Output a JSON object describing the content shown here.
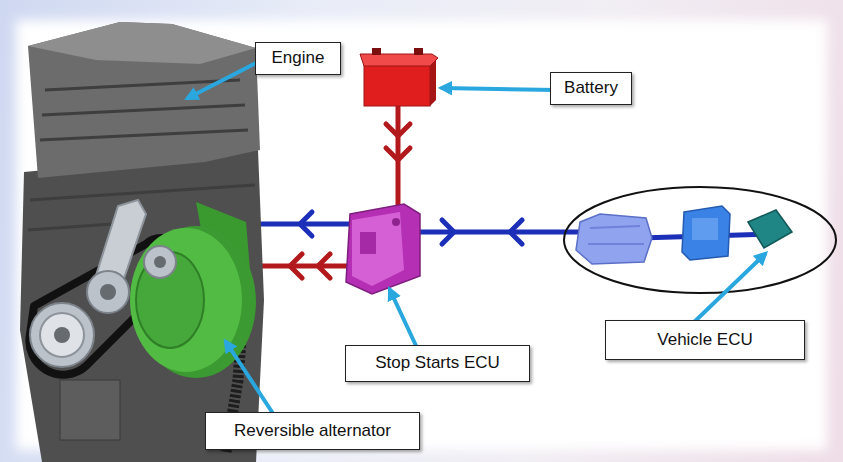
{
  "diagram": {
    "nodes": [
      {
        "text": [
          "Engine"
        ]
      },
      {
        "text": [
          "Battery"
        ]
      },
      {
        "text": [
          "Vehicle ECU"
        ]
      },
      {
        "text": [
          "Stop Starts ECU"
        ]
      },
      {
        "text": [
          "Reversible alternator"
        ]
      }
    ]
  }
}
